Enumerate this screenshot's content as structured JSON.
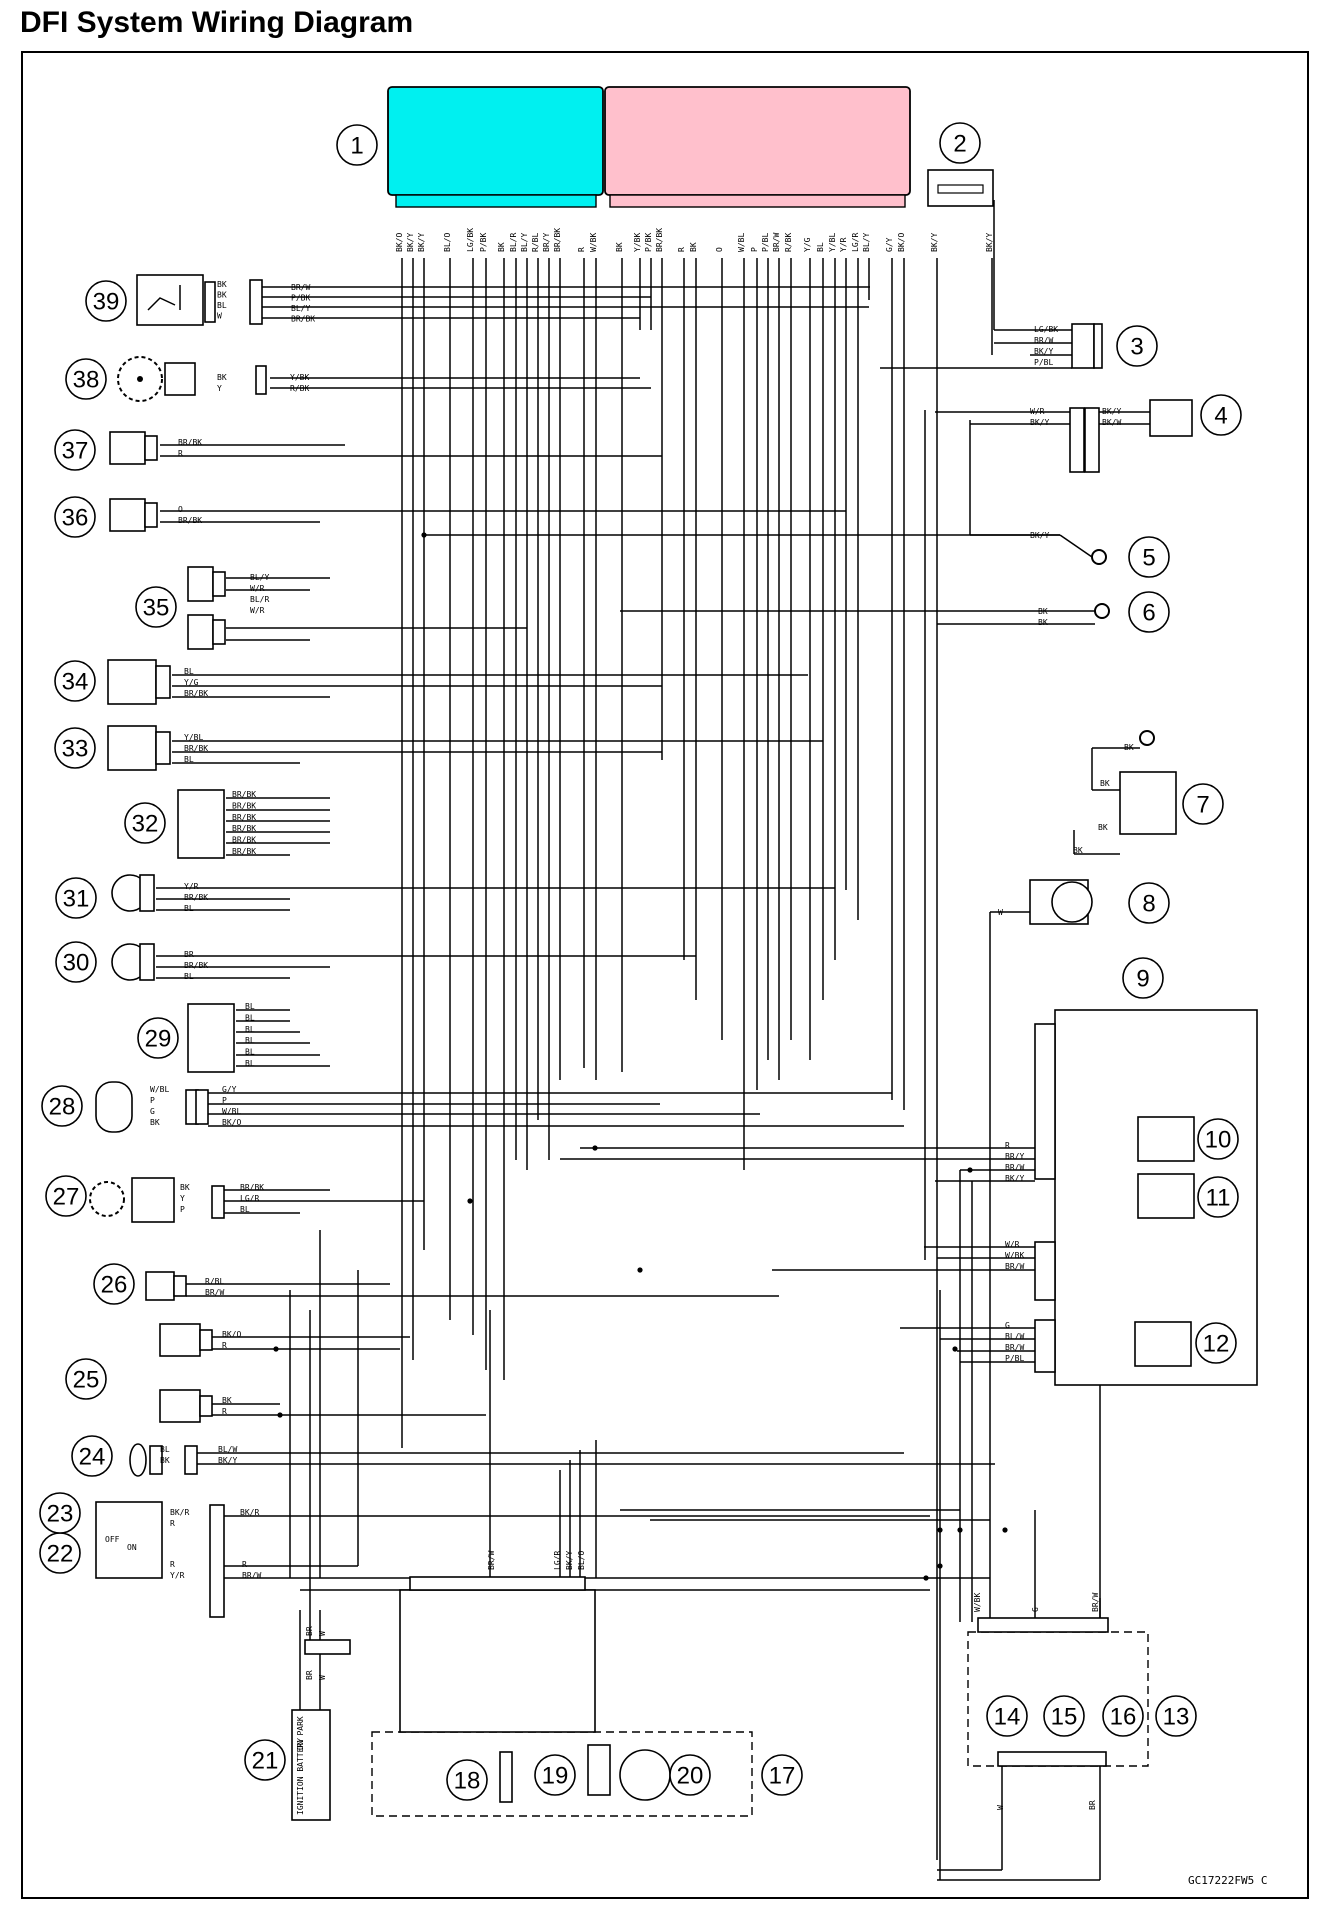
{
  "title": "DFI System Wiring Diagram",
  "code": "GC17222FW5  C",
  "colors": {
    "ecu_left": "#00f0f0",
    "ecu_right": "#ffc0cc",
    "line": "#000000"
  },
  "numbers": [
    "1",
    "2",
    "3",
    "4",
    "5",
    "6",
    "7",
    "8",
    "9",
    "10",
    "11",
    "12",
    "13",
    "14",
    "15",
    "16",
    "17",
    "18",
    "19",
    "20",
    "21",
    "22",
    "23",
    "24",
    "25",
    "26",
    "27",
    "28",
    "29",
    "30",
    "31",
    "32",
    "33",
    "34",
    "35",
    "36",
    "37",
    "38",
    "39"
  ],
  "ecu_left_pins": [
    "BK/O",
    "BK/Y",
    "BK/Y",
    "BL/O",
    "LG/BK",
    "P/BK",
    "BK",
    "BL/R",
    "BL/Y",
    "R/BL",
    "BR/Y",
    "BR/BK",
    "R",
    "W/BK"
  ],
  "ecu_right_pins": [
    "BK",
    "Y/BK",
    "P/BK",
    "BR/BK",
    "R",
    "BK",
    "O",
    "W/BL",
    "P",
    "P/BL",
    "BR/W",
    "R/BK",
    "Y/G",
    "BL",
    "Y/BL",
    "Y/R",
    "LG/R",
    "BL/Y",
    "G/Y",
    "BK/O"
  ],
  "conn2_pins": [
    "BK/Y",
    "BK/Y"
  ],
  "c39": {
    "left": [
      "BK",
      "BK",
      "BL",
      "W"
    ],
    "right": [
      "BR/W",
      "P/BK",
      "BL/Y",
      "BR/BK"
    ]
  },
  "c38": {
    "left": [
      "BK",
      "Y"
    ],
    "right": [
      "Y/BK",
      "R/BK"
    ]
  },
  "c37": [
    "BR/BK",
    "R"
  ],
  "c36": [
    "O",
    "BR/BK"
  ],
  "c35": [
    "BL/Y",
    "W/R",
    "BL/R",
    "W/R"
  ],
  "c34": [
    "BL",
    "Y/G",
    "BR/BK"
  ],
  "c33": [
    "Y/BL",
    "BR/BK",
    "BL"
  ],
  "c32": [
    "BR/BK",
    "BR/BK",
    "BR/BK",
    "BR/BK",
    "BR/BK",
    "BR/BK"
  ],
  "c31": [
    "Y/R",
    "BR/BK",
    "BL"
  ],
  "c30": [
    "BR",
    "BR/BK",
    "BL"
  ],
  "c29": [
    "BL",
    "BL",
    "BL",
    "BL",
    "BL",
    "BL"
  ],
  "c28": {
    "left": [
      "W/BL",
      "P",
      "G",
      "BK"
    ],
    "right": [
      "G/Y",
      "P",
      "W/BL",
      "BK/O"
    ]
  },
  "c27": {
    "left": [
      "BK",
      "Y",
      "P"
    ],
    "right": [
      "BR/BK",
      "LG/R",
      "BL"
    ]
  },
  "c26": [
    "R/BL",
    "BR/W"
  ],
  "c25": [
    "BK/O",
    "R",
    "BK",
    "R"
  ],
  "c24": {
    "left": [
      "BL",
      "BK"
    ],
    "right": [
      "BL/W",
      "BK/Y"
    ]
  },
  "c23": {
    "left": [
      "BK/R",
      "R"
    ],
    "right": [
      "BK/R"
    ]
  },
  "c22": {
    "switch": [
      "OFF",
      "ON"
    ],
    "left": [
      "R",
      "Y/R"
    ],
    "right": [
      "R",
      "BR/W"
    ]
  },
  "c21": {
    "wires": [
      "BR",
      "W",
      "BR",
      "W"
    ],
    "label": "IGNITION BATTERY",
    "pos": "ON PARK"
  },
  "c3": [
    "LG/BK",
    "BR/W",
    "BK/Y",
    "P/BL"
  ],
  "c4": {
    "left": [
      "W/R",
      "BK/Y"
    ],
    "right": [
      "BK/Y",
      "BK/W"
    ]
  },
  "c5": [
    "BK/Y"
  ],
  "c6": [
    "BK",
    "BK"
  ],
  "c7": [
    "BK",
    "BK",
    "BK"
  ],
  "c8": [
    "BK",
    "W"
  ],
  "c9a": [
    "R",
    "BR/Y",
    "BR/W",
    "BK/Y"
  ],
  "c9b": [
    "W/R",
    "W/BK",
    "BR/W"
  ],
  "c9c": [
    "G",
    "BL/W",
    "BR/W",
    "P/BL"
  ],
  "c13_top": [
    "W/BK",
    "G",
    "BR/W"
  ],
  "c13_bot": [
    "W",
    "BR"
  ],
  "c17": [
    "BR/W",
    "LG/R",
    "BK/Y",
    "BL/O"
  ]
}
